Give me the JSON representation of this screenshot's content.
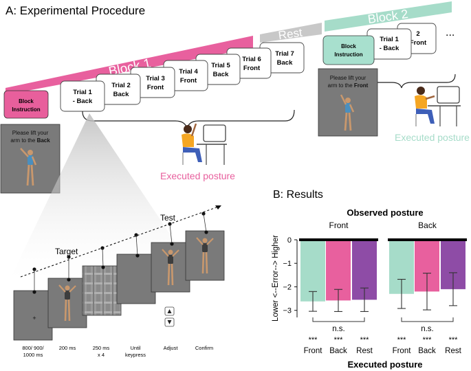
{
  "panel_a": {
    "title": "A: Experimental Procedure",
    "block1_label": "Block 1",
    "rest_label": "Rest",
    "block2_label": "Block 2",
    "ellipsis": "...",
    "block_instruction": [
      "Block",
      "Instruction"
    ],
    "block1_trials": [
      [
        "Trial 1",
        "- Back"
      ],
      [
        "Trial 2",
        "Back"
      ],
      [
        "Trial 3",
        "Front"
      ],
      [
        "Trial 4",
        "Front"
      ],
      [
        "Trial 5",
        "Back"
      ],
      [
        "Trial 6",
        "Front"
      ],
      [
        "Trial 7",
        "Back"
      ]
    ],
    "block2_trials": [
      [
        "Trial 1",
        "- Back"
      ],
      [
        "2",
        "Front"
      ]
    ],
    "instruction1": [
      "Please lift your",
      "arm to the ",
      "Back"
    ],
    "instruction2": [
      "Please lift your",
      "arm to the ",
      "Front"
    ],
    "executed_posture": "Executed posture",
    "timeline": {
      "target_label": "Target",
      "test_label": "Test",
      "durations": [
        [
          "800/ 900/",
          "1000 ms"
        ],
        [
          "200 ms"
        ],
        [
          "250 ms",
          "x 4"
        ],
        [
          "Until",
          "keypress"
        ],
        [
          "Adjust"
        ],
        [
          "Confirm"
        ]
      ],
      "fixation": "+"
    },
    "colors": {
      "block1": "#e8609e",
      "rest": "#c8c8c8",
      "block2": "#a6dcc9",
      "instruction_pink": "#e85f9c",
      "instruction_mint": "#a8e0ce",
      "screen_gray": "#7a7a7a"
    }
  },
  "panel_b": {
    "title": "B: Results",
    "observed_title": "Observed posture",
    "executed_title": "Executed posture",
    "ns_label": "n.s.",
    "chart_data": {
      "type": "bar",
      "ylabel": "Lower <--Error--> Higher",
      "ylim": [
        -3.3,
        0
      ],
      "yticks": [
        0,
        -1,
        -2,
        -3
      ],
      "groups": [
        "Front",
        "Back"
      ],
      "categories": [
        "Front",
        "Back",
        "Rest"
      ],
      "series": [
        {
          "group": "Front",
          "values": [
            -2.62,
            -2.58,
            -2.55
          ],
          "errors": [
            0.42,
            0.47,
            0.5
          ],
          "significance": [
            "***",
            "***",
            "***"
          ]
        },
        {
          "group": "Back",
          "values": [
            -2.3,
            -2.2,
            -2.1
          ],
          "errors": [
            0.62,
            0.78,
            0.7
          ],
          "significance": [
            "***",
            "***",
            "***"
          ]
        }
      ],
      "colors": [
        "#a6dcc9",
        "#e8609e",
        "#8e4ca6"
      ]
    }
  }
}
